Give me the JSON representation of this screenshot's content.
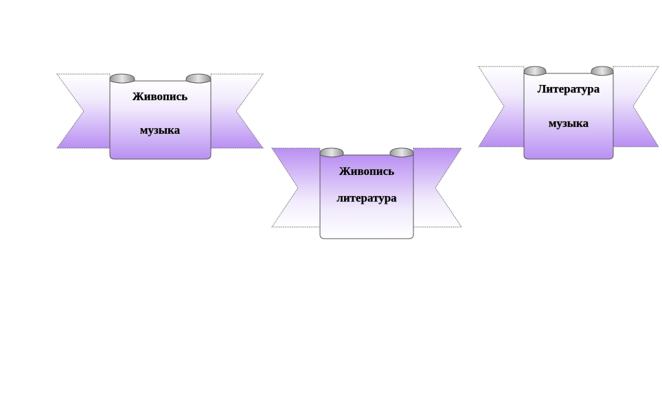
{
  "colors": {
    "ribbon_purple": "#b98ff2",
    "ribbon_light": "#ffffff",
    "scroll_gray": "#c8c8c8",
    "text": "#000000"
  },
  "ribbons": [
    {
      "line1": "Живопись",
      "line2": "музыка",
      "gradient": "down"
    },
    {
      "line1": "Живопись",
      "line2": "литература",
      "gradient": "up"
    },
    {
      "line1": "Литература",
      "line2": "музыка",
      "gradient": "down"
    }
  ]
}
